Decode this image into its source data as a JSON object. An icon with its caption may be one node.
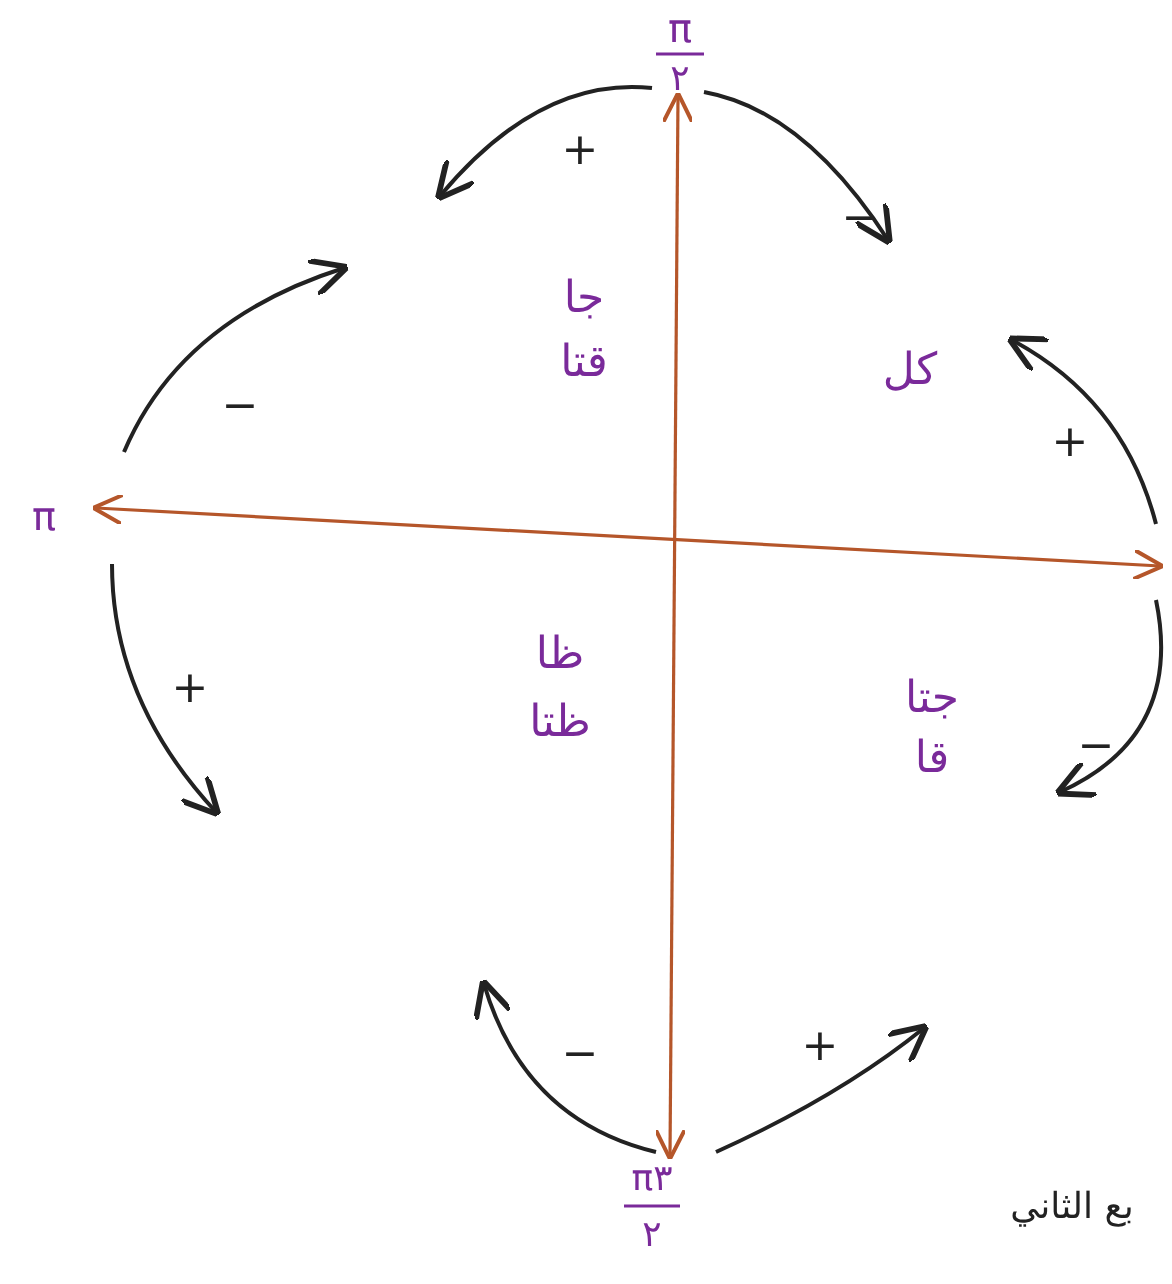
{
  "diagram": {
    "labels": [
      "π",
      "٢",
      "+",
      "−",
      "جا",
      "قتا",
      "−",
      "كل",
      "+",
      "π",
      "ظا",
      "+",
      "ظتا",
      "جتا",
      "−",
      "قا",
      "+",
      "−",
      "π٣",
      "٢",
      "بع الثاني"
    ]
  }
}
